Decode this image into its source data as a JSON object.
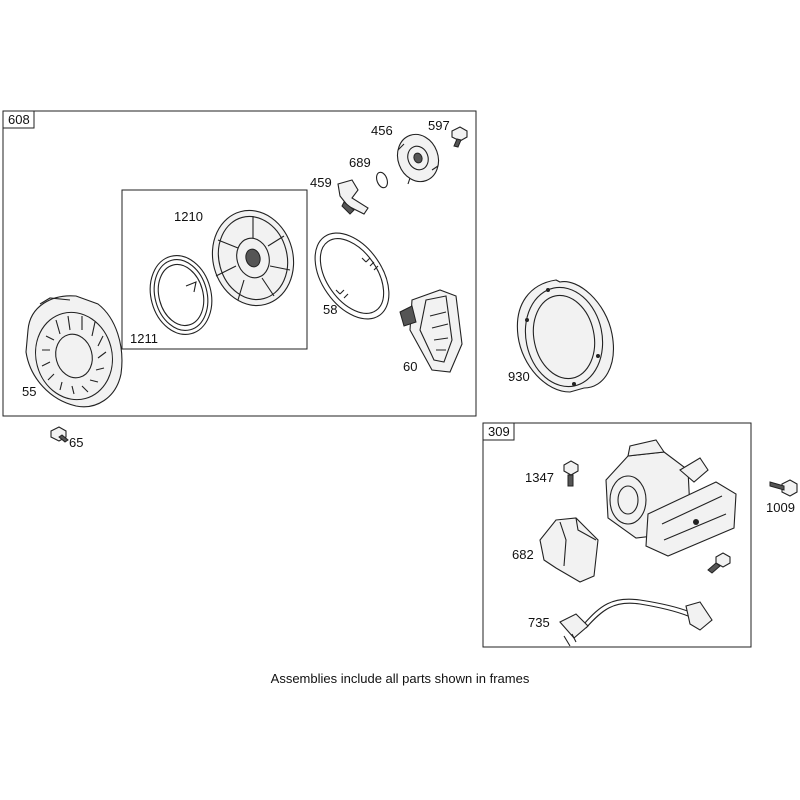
{
  "frames": {
    "main": "608",
    "sub": "309"
  },
  "labels": {
    "p55": "55",
    "p65": "65",
    "p1210": "1210",
    "p1211": "1211",
    "p459": "459",
    "p689": "689",
    "p456": "456",
    "p597": "597",
    "p58": "58",
    "p60": "60",
    "p930": "930",
    "p1347": "1347",
    "p1009": "1009",
    "p682": "682",
    "p735": "735"
  },
  "caption": "Assemblies include all parts shown in frames"
}
